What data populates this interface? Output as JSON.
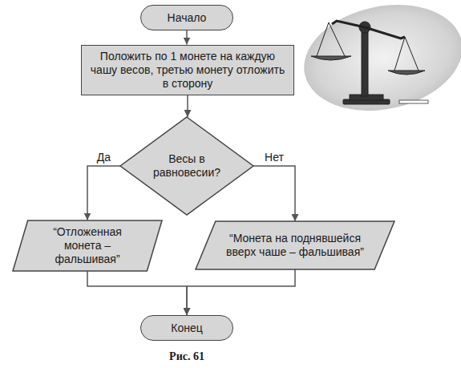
{
  "diagram": {
    "caption": "Рис. 61",
    "nodes": [
      {
        "text": [
          "Начало"
        ]
      },
      {
        "text": [
          "Положить по 1 монете на каждую чашу весов, третью монету отложить в сторону"
        ]
      },
      {
        "text": [
          "Весы в равновесии?"
        ]
      },
      {
        "text": [
          "“Отложенная монета – фальшивая”"
        ]
      },
      {
        "text": [
          "“Монета на поднявшейся вверх чаше – фальшивая”"
        ]
      },
      {
        "text": [
          "Конец"
        ]
      }
    ],
    "edges": [
      {
        "from": 0,
        "to": 1,
        "arrow": "to"
      },
      {
        "from": 1,
        "to": 2,
        "arrow": "to"
      },
      {
        "from": 2,
        "to": 3,
        "label": "Да",
        "arrow": "to"
      },
      {
        "from": 2,
        "to": 4,
        "label": "Нет",
        "arrow": "to"
      },
      {
        "from": 3,
        "to": 5,
        "arrow": "to"
      },
      {
        "from": 4,
        "to": 5,
        "arrow": "to"
      }
    ]
  }
}
